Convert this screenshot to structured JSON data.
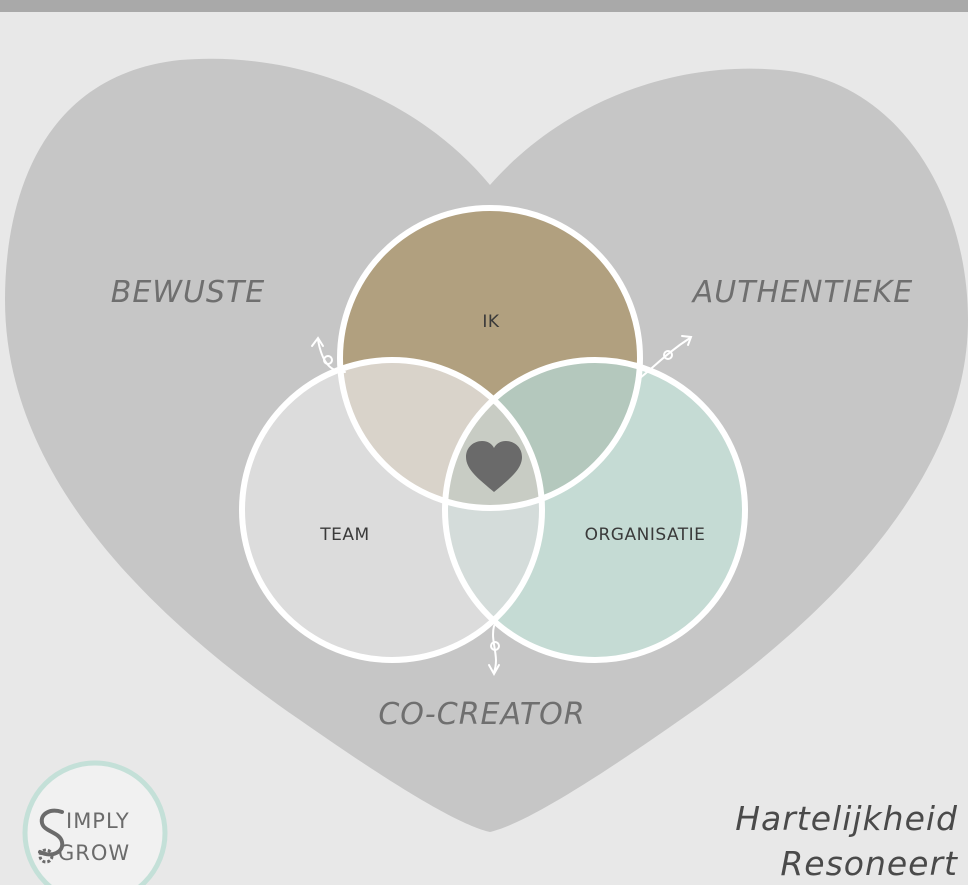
{
  "diagram": {
    "words": {
      "left": "BEWUSTE",
      "right": "AUTHENTIEKE",
      "bottom": "CO-CREATOR"
    },
    "circles": [
      {
        "label": "IK",
        "color": "#b1a07f"
      },
      {
        "label": "TEAM",
        "color": "#dcdcdc"
      },
      {
        "label": "ORGANISATIE",
        "color": "#c5dbd4"
      }
    ],
    "heart_color": "#c6c6c6",
    "center_icon": "heart-icon",
    "center_color": "#6a6a6a"
  },
  "tagline": {
    "line1": "Hartelijkheid",
    "line2": "Resoneert"
  },
  "logo": {
    "line1": "IMPLY",
    "line2": "GROW",
    "ring_color": "#c4e0d8"
  }
}
